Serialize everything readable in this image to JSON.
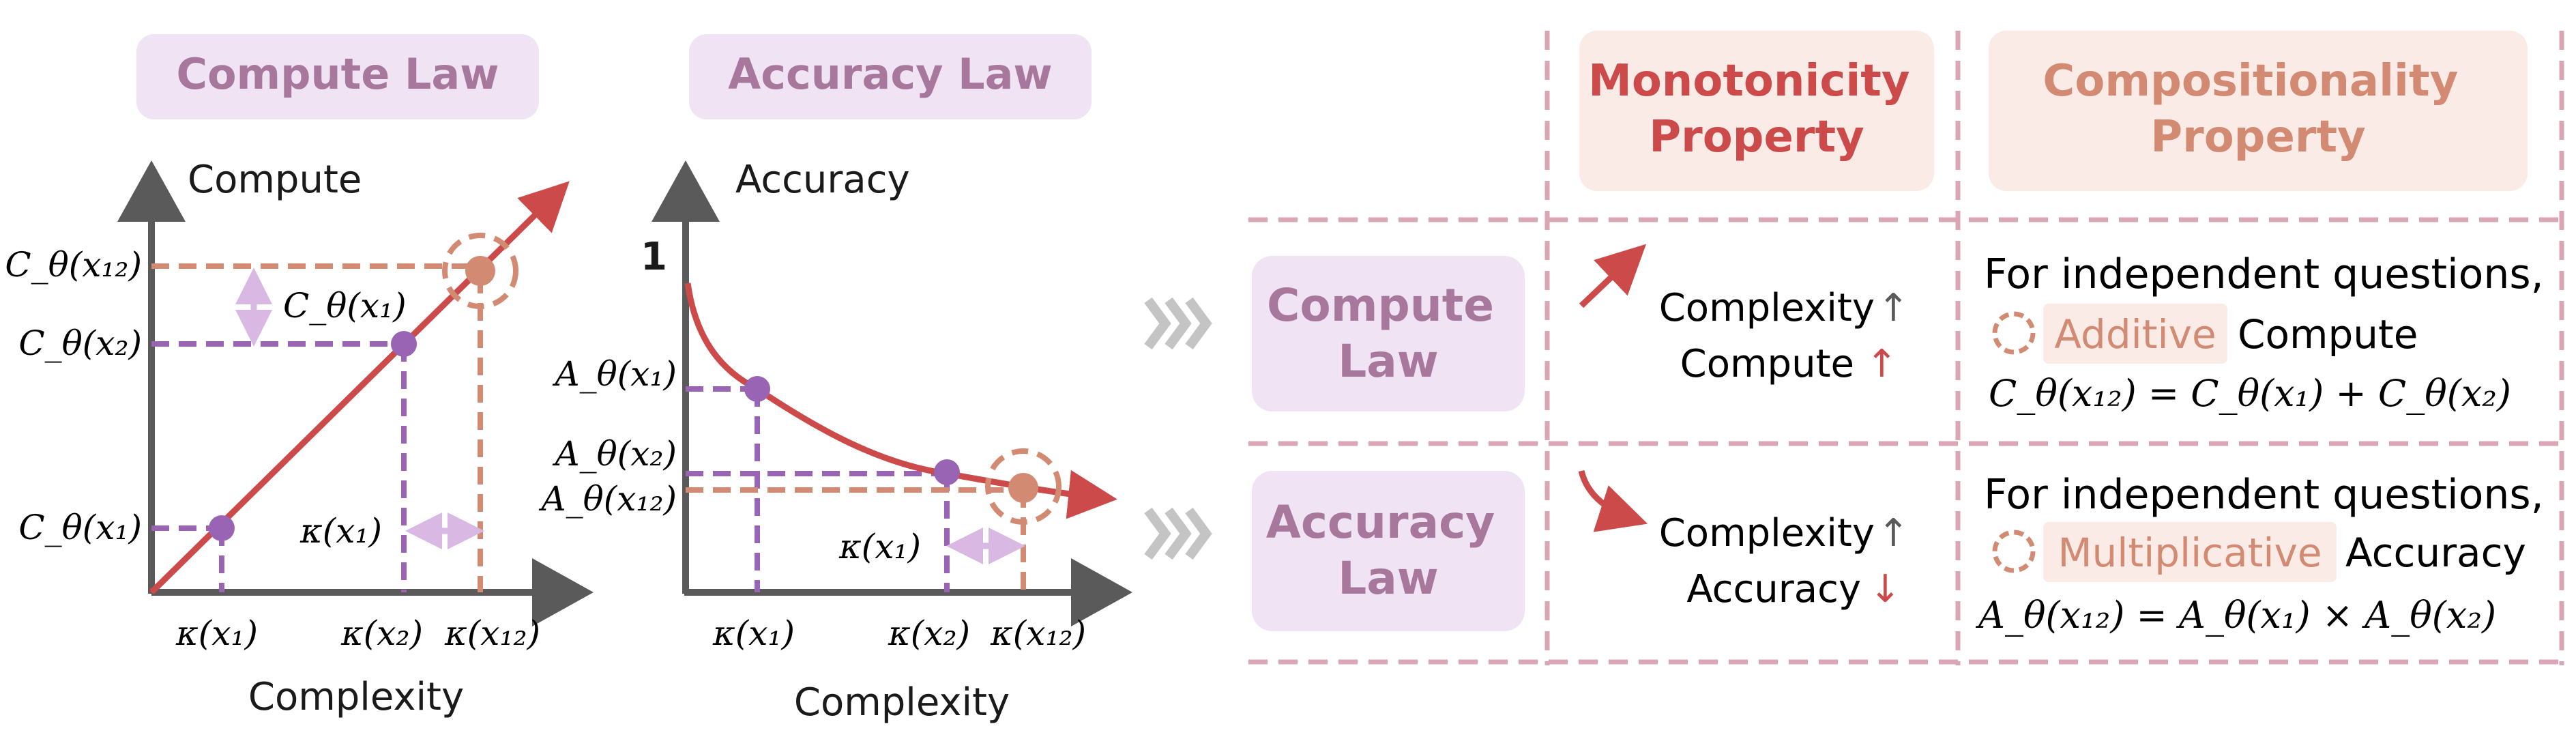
{
  "left_panel": {
    "compute_chart": {
      "badge": "Compute Law",
      "y_axis_label": "Compute",
      "x_axis_label": "Complexity",
      "y_ticks": [
        "C_θ(x₁₂)",
        "C_θ(x₂)",
        "C_θ(x₁)"
      ],
      "x_ticks": [
        "κ(x₁)",
        "κ(x₂)",
        "κ(x₁₂)"
      ],
      "gap_label": "C_θ(x₁)",
      "kappa_gap_label": "κ(x₁)"
    },
    "accuracy_chart": {
      "badge": "Accuracy Law",
      "y_axis_label": "Accuracy",
      "x_axis_label": "Complexity",
      "y_max_label": "1",
      "y_ticks": [
        "A_θ(x₁)",
        "A_θ(x₂)",
        "A_θ(x₁₂)"
      ],
      "x_ticks": [
        "κ(x₁)",
        "κ(x₂)",
        "κ(x₁₂)"
      ],
      "kappa_gap_label": "κ(x₁)"
    }
  },
  "table": {
    "col_headers": [
      "Monotonicity\nProperty",
      "Compositionality\nProperty"
    ],
    "rows": [
      {
        "row_header": "Compute\nLaw",
        "mono_line1": "Complexity",
        "mono_line2": "Compute",
        "comp_line1": "For independent questions,",
        "comp_highlight": "Additive",
        "comp_rest": "Compute",
        "comp_formula": "C_θ(x₁₂) = C_θ(x₁) + C_θ(x₂)"
      },
      {
        "row_header": "Accuracy\nLaw",
        "mono_line1": "Complexity",
        "mono_line2": "Accuracy",
        "comp_line1": "For independent questions,",
        "comp_highlight": "Multiplicative",
        "comp_rest": "Accuracy",
        "comp_formula": "A_θ(x₁₂) = A_θ(x₁) × A_θ(x₂)"
      }
    ]
  },
  "colors": {
    "purple": "#9a64b4",
    "purple_light": "#efe3f4",
    "purple_text": "#a8789c",
    "red": "#cc4a4a",
    "salmon": "#d38a72",
    "salmon_bg": "#fbebe6",
    "pink_dash": "#dba6b4",
    "gray": "#5a5a5a",
    "chevron": "#c4c4c4"
  }
}
